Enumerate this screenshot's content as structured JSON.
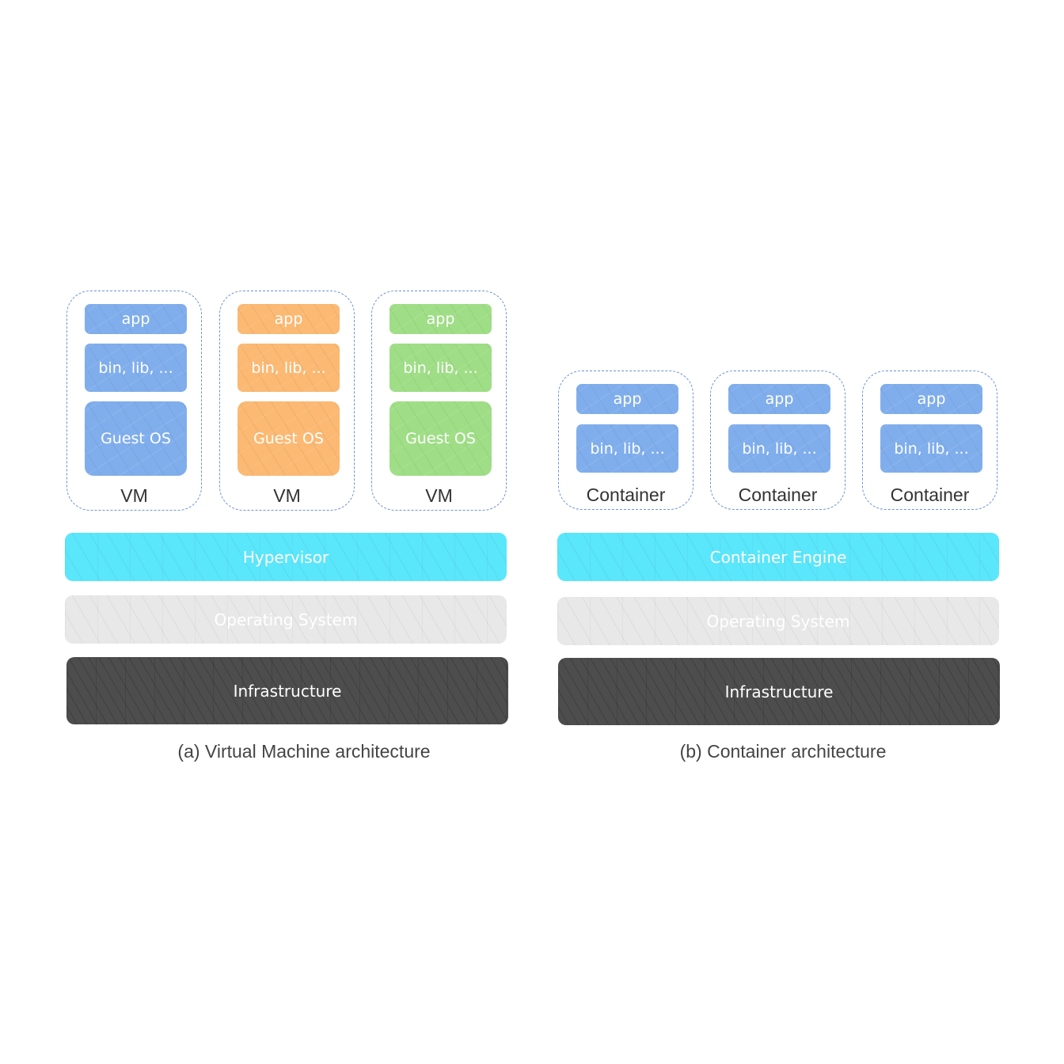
{
  "vm_arch": {
    "units": [
      {
        "app": "app",
        "libs": "bin, lib, ...",
        "guest_os": "Guest OS",
        "label": "VM",
        "color": "#80aeec"
      },
      {
        "app": "app",
        "libs": "bin, lib, ...",
        "guest_os": "Guest OS",
        "label": "VM",
        "color": "#fbb973"
      },
      {
        "app": "app",
        "libs": "bin, lib, ...",
        "guest_os": "Guest OS",
        "label": "VM",
        "color": "#9fde86"
      }
    ],
    "hypervisor": "Hypervisor",
    "os": "Operating System",
    "infrastructure": "Infrastructure",
    "caption": "(a) Virtual Machine architecture"
  },
  "container_arch": {
    "units": [
      {
        "app": "app",
        "libs": "bin, lib, ...",
        "label": "Container",
        "color": "#80aeec"
      },
      {
        "app": "app",
        "libs": "bin, lib, ...",
        "label": "Container",
        "color": "#80aeec"
      },
      {
        "app": "app",
        "libs": "bin, lib, ...",
        "label": "Container",
        "color": "#80aeec"
      }
    ],
    "engine": "Container Engine",
    "os": "Operating System",
    "infrastructure": "Infrastructure",
    "caption": "(b) Container architecture"
  },
  "colors": {
    "hypervisor": "#5ae6fb",
    "os": "#e8e8e8",
    "infrastructure": "#4d4d4d",
    "border": "#6f93d6"
  }
}
